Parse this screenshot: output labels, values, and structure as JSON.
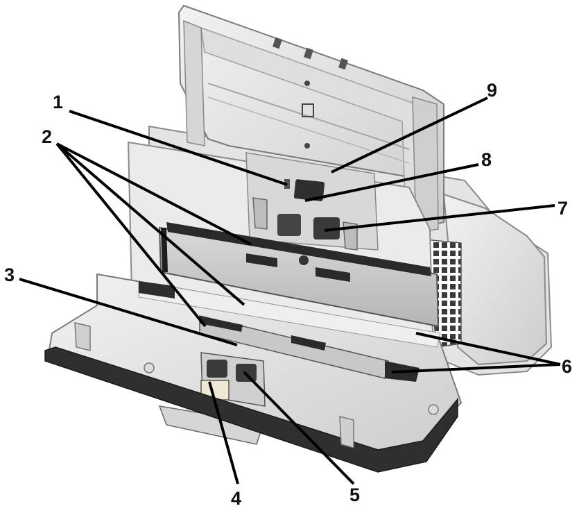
{
  "callouts": [
    {
      "label": "1"
    },
    {
      "label": "2"
    },
    {
      "label": "3"
    },
    {
      "label": "4"
    },
    {
      "label": "5"
    },
    {
      "label": "6"
    },
    {
      "label": "7"
    },
    {
      "label": "8"
    },
    {
      "label": "9"
    }
  ],
  "colors": {
    "body_light": "#e8e8e8",
    "body_mid": "#cfcfcf",
    "body_dark": "#9a9a9a",
    "glass_dark": "#2a2a2a",
    "rubber": "#3a3a3a",
    "ink": "#000000"
  },
  "icons": [
    "scanner-illustration"
  ]
}
